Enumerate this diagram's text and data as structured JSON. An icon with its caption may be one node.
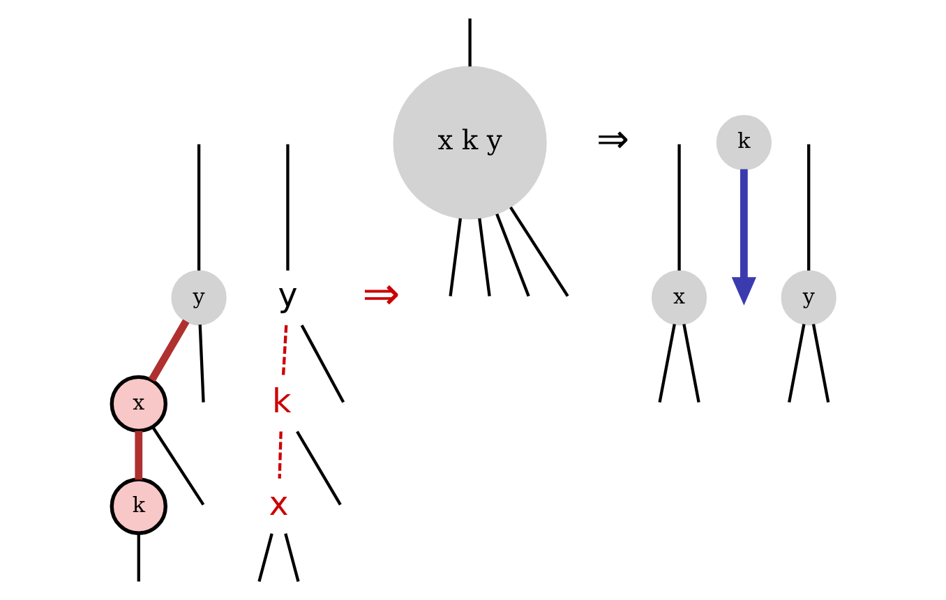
{
  "diagram": {
    "nodes": [
      {
        "text": [
          "x k y"
        ]
      },
      {
        "text": [
          "k"
        ]
      },
      {
        "text": [
          "x"
        ]
      },
      {
        "text": [
          "y"
        ]
      },
      {
        "text": [
          "y"
        ]
      },
      {
        "text": [
          "x"
        ]
      },
      {
        "text": [
          "k"
        ]
      },
      {
        "text": [
          "y"
        ]
      },
      {
        "text": [
          "k"
        ]
      },
      {
        "text": [
          "x"
        ]
      }
    ],
    "edges": [
      {
        "from": null,
        "to": 0,
        "arrow": "none"
      },
      {
        "from": 0,
        "to": null,
        "arrow": "none"
      },
      {
        "from": 0,
        "to": null,
        "arrow": "none"
      },
      {
        "from": 0,
        "to": null,
        "arrow": "none"
      },
      {
        "from": 0,
        "to": null,
        "arrow": "none"
      },
      {
        "from": 1,
        "to": null,
        "arrow": "to",
        "style": "thick",
        "color": "#3b3bb0"
      },
      {
        "from": null,
        "to": 2,
        "arrow": "none"
      },
      {
        "from": 2,
        "to": null,
        "arrow": "none"
      },
      {
        "from": 2,
        "to": null,
        "arrow": "none"
      },
      {
        "from": null,
        "to": 3,
        "arrow": "none"
      },
      {
        "from": 3,
        "to": null,
        "arrow": "none"
      },
      {
        "from": 3,
        "to": null,
        "arrow": "none"
      },
      {
        "from": null,
        "to": 4,
        "arrow": "none"
      },
      {
        "from": 4,
        "to": 5,
        "arrow": "none",
        "style": "thick",
        "color": "#b03030"
      },
      {
        "from": 4,
        "to": null,
        "arrow": "none"
      },
      {
        "from": 5,
        "to": null,
        "arrow": "none"
      },
      {
        "from": 5,
        "to": 6,
        "arrow": "none",
        "style": "thick",
        "color": "#b03030"
      },
      {
        "from": 6,
        "to": null,
        "arrow": "none"
      },
      {
        "from": null,
        "to": 7,
        "arrow": "none"
      },
      {
        "from": 7,
        "to": 8,
        "arrow": "none",
        "style": "dashed",
        "color": "#cc0000"
      },
      {
        "from": 7,
        "to": null,
        "arrow": "none"
      },
      {
        "from": 8,
        "to": 9,
        "arrow": "none",
        "style": "dashed",
        "color": "#cc0000"
      },
      {
        "from": 8,
        "to": null,
        "arrow": "none"
      },
      {
        "from": 9,
        "to": null,
        "arrow": "none"
      },
      {
        "from": 9,
        "to": null,
        "arrow": "none"
      }
    ],
    "labels": [
      "⇒",
      "⇒"
    ]
  }
}
